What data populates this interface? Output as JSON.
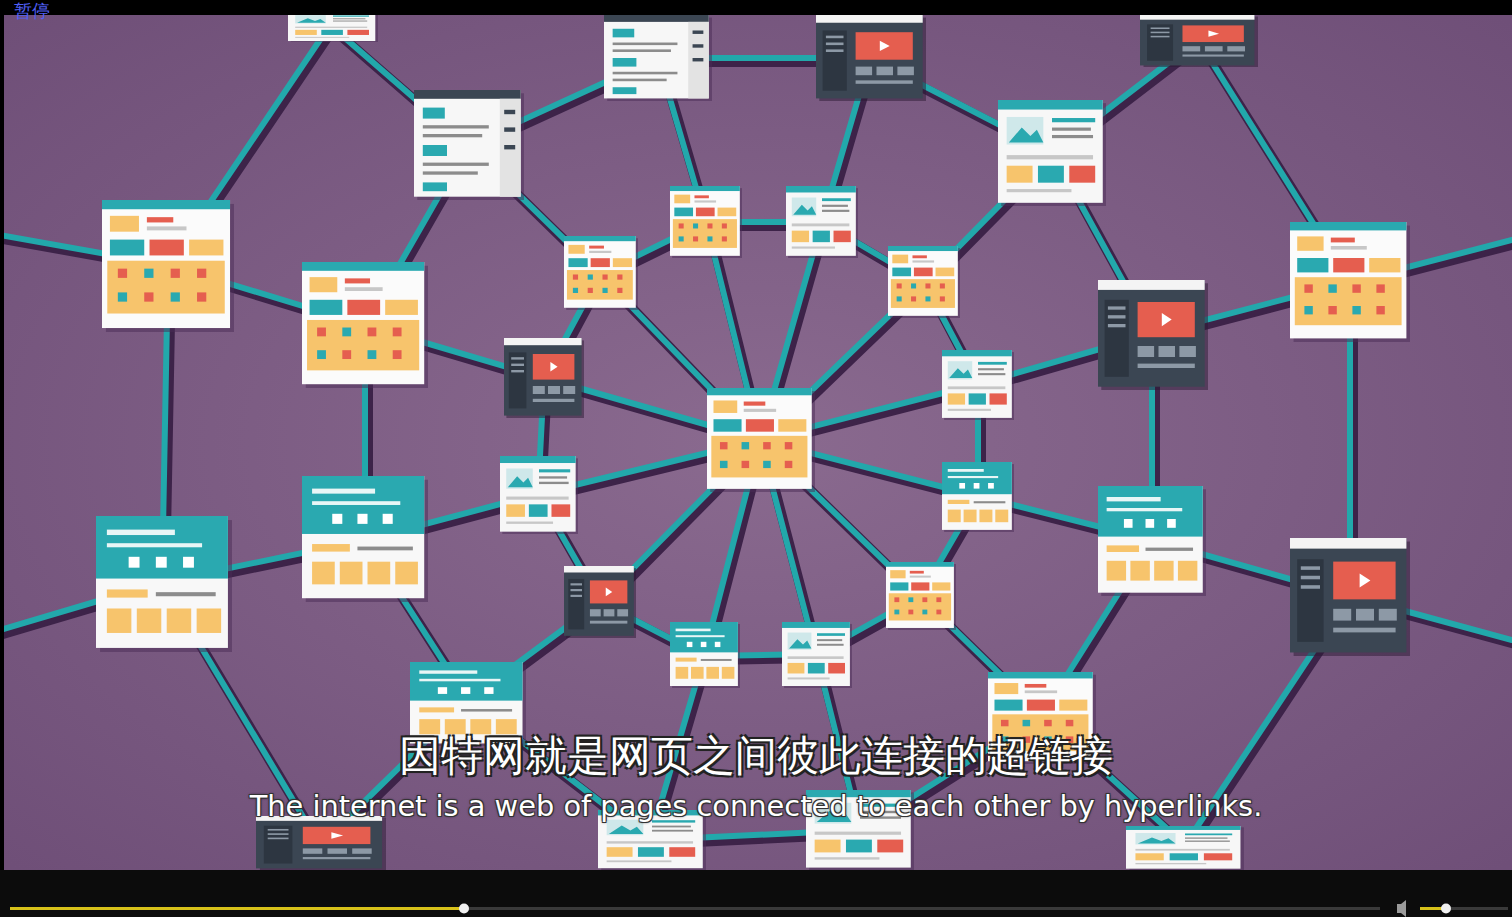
{
  "diagram": {
    "labels": [
      "暂停",
      "因特网就是网页之间彼此连接的超链接",
      "The internet is a web of pages connected to each other by hyperlinks."
    ]
  }
}
